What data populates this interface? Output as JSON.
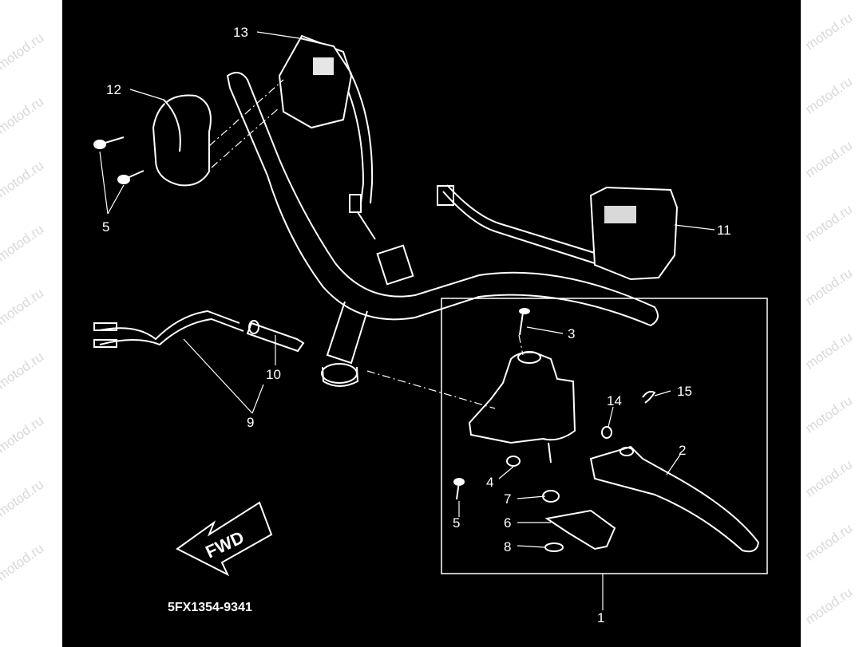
{
  "diagram": {
    "part_code": "5FX1354-9341",
    "fwd_label": "FWD",
    "watermark": "motod.ru",
    "callouts": {
      "c1": "1",
      "c2": "2",
      "c3": "3",
      "c4": "4",
      "c5a": "5",
      "c5b": "5",
      "c6": "6",
      "c7": "7",
      "c8": "8",
      "c9": "9",
      "c10": "10",
      "c11": "11",
      "c12": "12",
      "c13": "13",
      "c14": "14",
      "c15": "15"
    }
  }
}
